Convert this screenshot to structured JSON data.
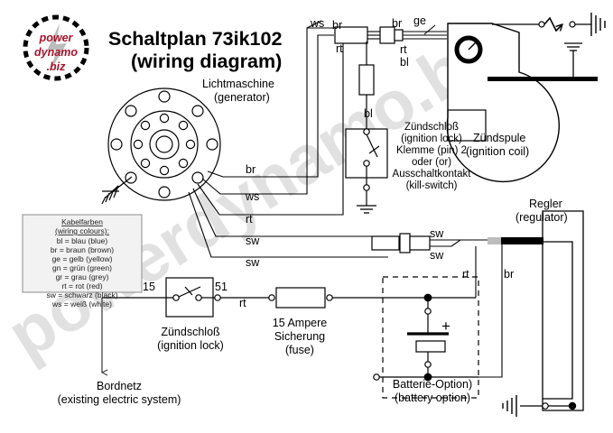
{
  "document": {
    "title_line1": "Schaltplan 73ik102",
    "title_line2": "(wiring diagram)",
    "background_color": "#ffffff",
    "line_color": "#000000",
    "watermark_text": "powerdynamo.biz",
    "watermark_color": "#d8d8d8"
  },
  "logo": {
    "line1": "power",
    "line2": "dynamo",
    "line3": ".biz",
    "text_color": "#b01020",
    "ring_color": "#000000",
    "bolt_color": "#b9b9b9"
  },
  "components": {
    "generator": {
      "name_de": "Lichtmaschine",
      "name_en": "(generator)"
    },
    "ignition_coil": {
      "name_de": "Zündspule",
      "name_en": "(ignition coil)"
    },
    "ignition_lock_top": {
      "line1": "Zündschloß",
      "line2": "(ignition lock)",
      "line3": "Klemme (pin) 2",
      "line4": "oder (or)",
      "line5": "Ausschaltkontakt",
      "line6": "(kill-switch)"
    },
    "ignition_lock_bottom": {
      "name_de": "Zündschloß",
      "name_en": "(ignition lock)",
      "terminal_left": "15",
      "terminal_right": "51"
    },
    "fuse": {
      "line1": "15 Ampere",
      "line2": "Sicherung",
      "line3": "(fuse)"
    },
    "battery": {
      "line1": "Batterie-Option)",
      "line2": "(battery option)",
      "polarity": "+"
    },
    "regulator": {
      "name_de": "Regler",
      "name_en": "(regulator)"
    },
    "bordnetz": {
      "name_de": "Bordnetz",
      "name_en": "(existing electric system)"
    }
  },
  "wire_labels": {
    "coil_in_ws": "ws",
    "coil_in_br": "br",
    "coil_in_rt": "rt",
    "coil_out_br": "br",
    "coil_out_ge": "ge",
    "coil_out_rt": "rt",
    "coil_out_bl": "bl",
    "lock_bl": "bl",
    "gen_br": "br",
    "gen_ws": "ws",
    "gen_rt": "rt",
    "gen_sw1": "sw",
    "gen_sw2": "sw",
    "mid_sw1": "sw",
    "mid_sw2": "sw",
    "lock_rt": "rt",
    "batt_rt": "rt",
    "reg_br": "br"
  },
  "legend": {
    "title_de": "Kabelfarben",
    "title_en": "(wiring colours):",
    "entries": [
      "bl = blau (blue)",
      "br = braun (brown)",
      "ge = gelb (yellow)",
      "gn = grün (green)",
      "gr = grau (grey)",
      "rt = rot (red)",
      "sw = schwarz (black)",
      "ws = weiß (white)"
    ],
    "fill_color": "#f2f2f2",
    "border_color": "#808080"
  }
}
